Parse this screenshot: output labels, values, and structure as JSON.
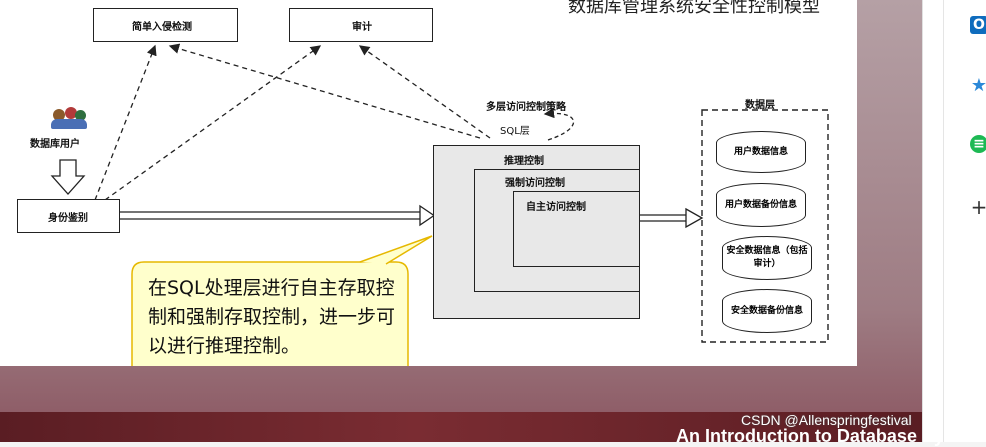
{
  "slide_title": "数据库管理系统安全性控制模型",
  "boxes": {
    "intrusion": "简单入侵检测",
    "audit": "审计",
    "db_user": "数据库用户",
    "auth": "身份鉴别",
    "multilayer_policy": "多层访问控制策略",
    "sql_layer": "SQL层",
    "inference": "推理控制",
    "mandatory": "强制访问控制",
    "discretionary": "自主访问控制"
  },
  "data_layer": {
    "title": "数据层",
    "cylinders": [
      {
        "label": "用户数据信息"
      },
      {
        "label": "用户数据备份信息"
      },
      {
        "label": "安全数据信息（包括审计）"
      },
      {
        "label": "安全数据备份信息"
      }
    ]
  },
  "callout": {
    "text": "在SQL处理层进行自主存取控制和强制存取控制，进一步可以进行推理控制。"
  },
  "footer": {
    "text": "An Introduction to Database System"
  },
  "watermark": "CSDN @Allenspringfestival",
  "colors": {
    "footer_bar": "#6b2028",
    "callout_fill": "#ffffcc",
    "callout_border": "#e6b800",
    "sql_layer_fill": "#e8e8e8"
  },
  "side_icons": [
    "outlook-icon",
    "star-bookmark-icon",
    "spotify-icon",
    "plus-icon"
  ]
}
